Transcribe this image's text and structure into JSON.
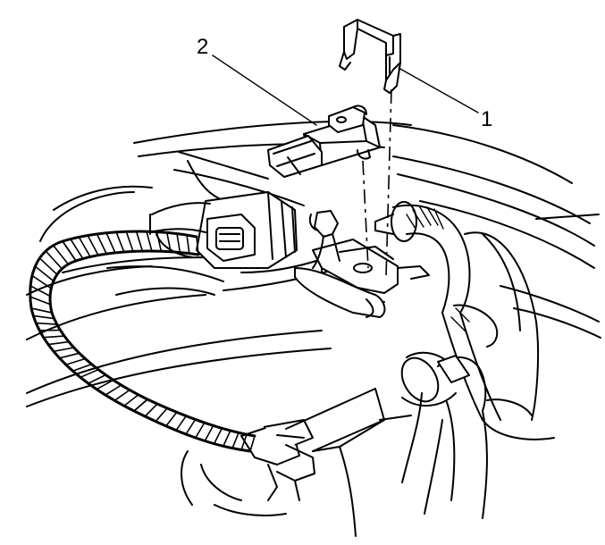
{
  "diagram": {
    "callouts": [
      {
        "label": "1",
        "part": "retaining-clip"
      },
      {
        "label": "2",
        "part": "sensor-connector"
      }
    ],
    "colors": {
      "ink": "#000000",
      "background": "#ffffff"
    }
  }
}
